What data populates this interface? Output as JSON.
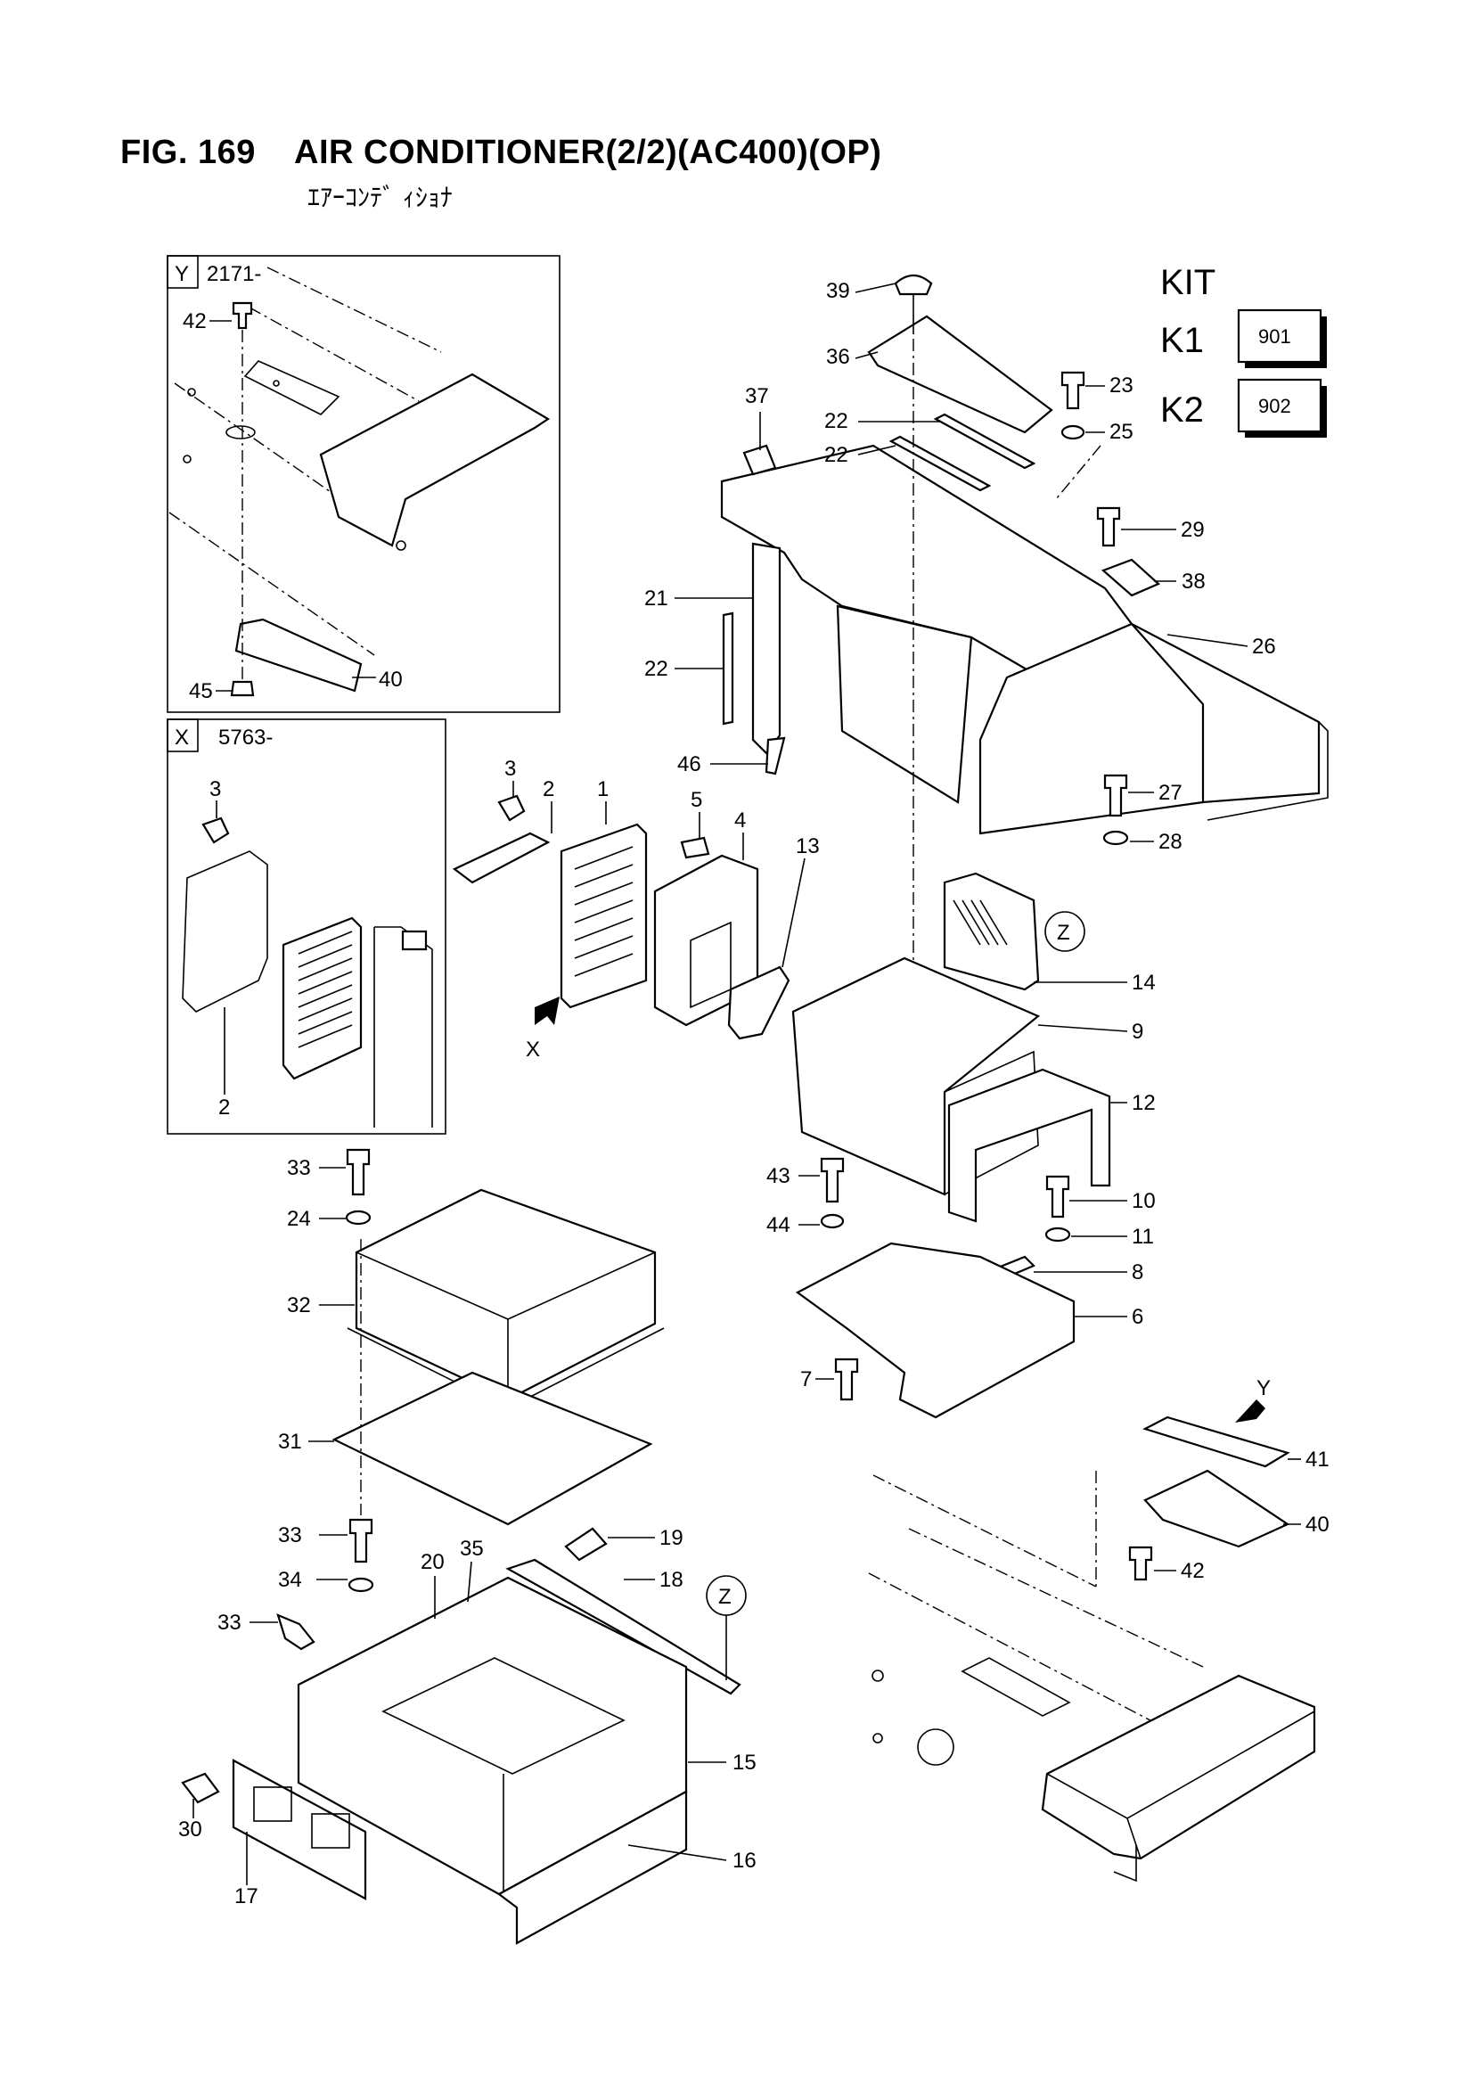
{
  "figure": {
    "number": "FIG. 169",
    "title": "AIR CONDITIONER(2/2)(AC400)(OP)",
    "subtitle": "ｴｱｰｺﾝﾃﾞ ｨｼｮﾅ"
  },
  "kit": {
    "heading": "KIT",
    "items": [
      {
        "label": "K1",
        "code": "901"
      },
      {
        "label": "K2",
        "code": "902"
      }
    ]
  },
  "insets": {
    "y": {
      "letter": "Y",
      "serial": "2171-"
    },
    "x": {
      "letter": "X",
      "serial": "5763-"
    }
  },
  "view_markers": {
    "x": "X",
    "y": "Y",
    "z": "Z"
  },
  "callouts": {
    "inset_y": [
      "42",
      "45",
      "40"
    ],
    "inset_x": [
      "3",
      "2"
    ],
    "main": [
      "39",
      "36",
      "37",
      "23",
      "25",
      "22",
      "22",
      "29",
      "38",
      "21",
      "26",
      "22",
      "46",
      "27",
      "28",
      "3",
      "2",
      "1",
      "5",
      "4",
      "13",
      "14",
      "9",
      "12",
      "10",
      "11",
      "43",
      "44",
      "8",
      "6",
      "7",
      "33",
      "24",
      "32",
      "31",
      "33",
      "34",
      "19",
      "20",
      "35",
      "18",
      "33",
      "15",
      "30",
      "17",
      "16",
      "41",
      "40",
      "42"
    ]
  }
}
